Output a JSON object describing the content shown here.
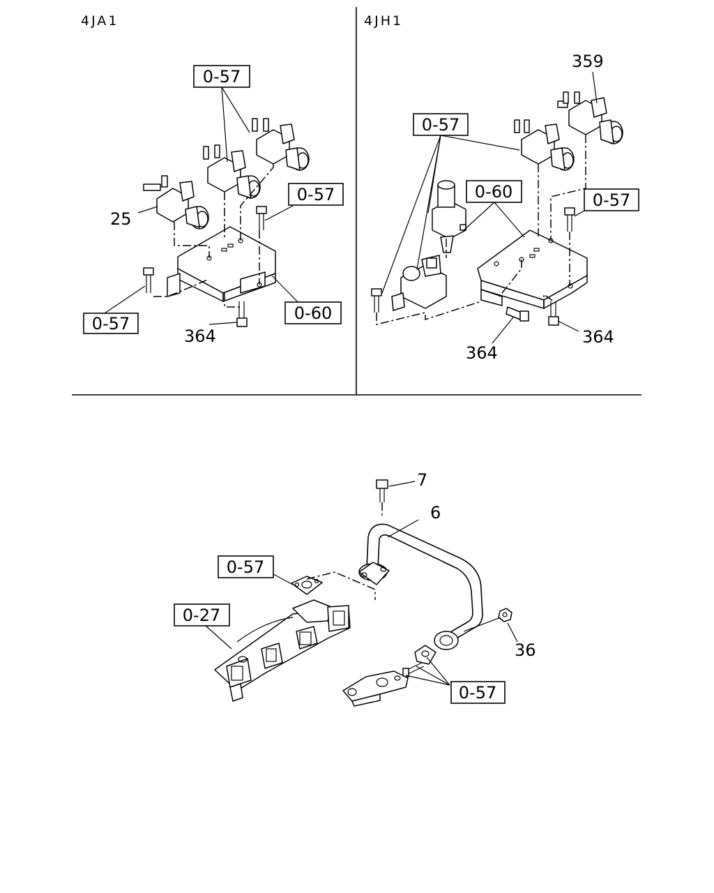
{
  "sections": {
    "top_left_header": "4JA1",
    "top_right_header": "4JH1"
  },
  "callouts": {
    "tl_057_top": "0-57",
    "tl_057_right": "0-57",
    "tl_057_left": "0-57",
    "tl_060": "0-60",
    "tr_057_left": "0-57",
    "tr_060": "0-60",
    "tr_057_right": "0-57",
    "b_057_upper": "0-57",
    "b_027": "0-27",
    "b_057_lower": "0-57"
  },
  "part_numbers": {
    "tl_25": "25",
    "tl_364": "364",
    "tr_359": "359",
    "tr_364_left": "364",
    "tr_364_right": "364",
    "b_7": "7",
    "b_6": "6",
    "b_36": "36"
  }
}
